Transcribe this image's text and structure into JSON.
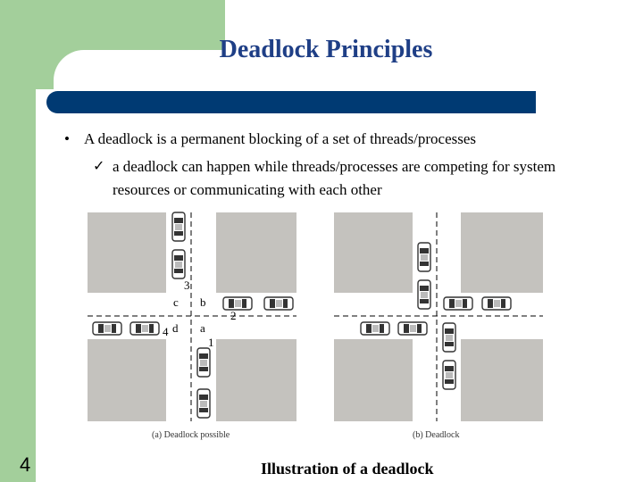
{
  "slide": {
    "title": "Deadlock Principles",
    "bullet_text": "A deadlock is a permanent blocking of a set of threads/processes",
    "sub_bullet_text": "a deadlock can happen while threads/processes are competing for system resources or communicating with each other",
    "bullet_marker": "•",
    "check_marker": "✓",
    "slide_number": "4",
    "caption": "Illustration of a deadlock"
  },
  "figure": {
    "left_panel_label": "(a) Deadlock possible",
    "right_panel_label": "(b) Deadlock",
    "intersection_points": [
      "a",
      "b",
      "c",
      "d"
    ],
    "car_numbers": [
      "1",
      "2",
      "3",
      "4"
    ],
    "colors": {
      "block": "#c4c2be",
      "car_outline": "#333333",
      "road_line": "#000000"
    }
  }
}
